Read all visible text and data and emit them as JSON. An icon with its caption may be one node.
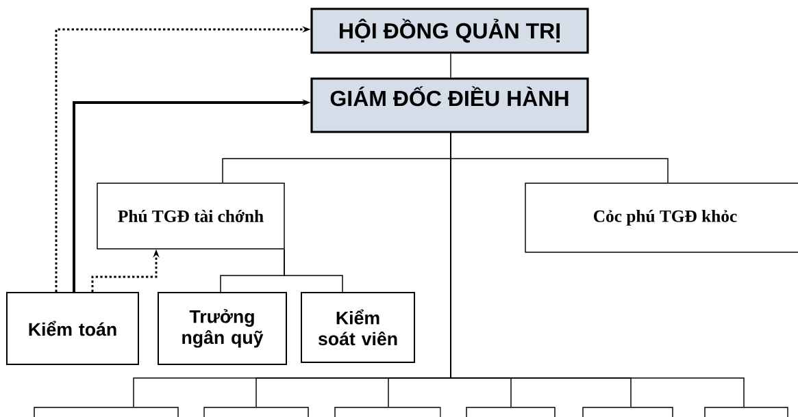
{
  "diagram": {
    "nodes": [
      {
        "text": [
          "HỘI ĐỒNG QUẢN TRỊ"
        ]
      },
      {
        "text": [
          "GIÁM ĐỐC ĐIỀU HÀNH"
        ]
      },
      {
        "text": [
          "Phú TGĐ tài chớnh"
        ]
      },
      {
        "text": [
          "Cỏc phú TGĐ khỏc"
        ]
      },
      {
        "text": [
          "Kiểm toán"
        ]
      },
      {
        "text": [
          "Trưởng ngân quỹ"
        ]
      },
      {
        "text": [
          "Kiểm soát viên"
        ]
      },
      {
        "text": [],
        "shape": "box"
      },
      {
        "text": [],
        "shape": "box"
      },
      {
        "text": [],
        "shape": "box"
      },
      {
        "text": [],
        "shape": "box"
      },
      {
        "text": [],
        "shape": "box"
      },
      {
        "text": [],
        "shape": "box"
      }
    ],
    "edges": [
      {
        "from": 0,
        "to": 1,
        "arrow": "none"
      },
      {
        "from": 1,
        "to": 2,
        "arrow": "none"
      },
      {
        "from": 1,
        "to": 3,
        "arrow": "none"
      },
      {
        "from": 2,
        "to": 5,
        "arrow": "none"
      },
      {
        "from": 2,
        "to": 6,
        "arrow": "none"
      },
      {
        "from": 1,
        "to": 7,
        "arrow": "none"
      },
      {
        "from": 1,
        "to": 8,
        "arrow": "none"
      },
      {
        "from": 1,
        "to": 9,
        "arrow": "none"
      },
      {
        "from": 1,
        "to": 10,
        "arrow": "none"
      },
      {
        "from": 1,
        "to": 11,
        "arrow": "none"
      },
      {
        "from": 1,
        "to": 12,
        "arrow": "none"
      },
      {
        "from": 4,
        "to": 0,
        "arrow": "to",
        "style": "dashed"
      },
      {
        "from": 4,
        "to": 1,
        "arrow": "to",
        "style": "thick"
      },
      {
        "from": 4,
        "to": 2,
        "arrow": "to",
        "style": "dashed"
      }
    ]
  }
}
